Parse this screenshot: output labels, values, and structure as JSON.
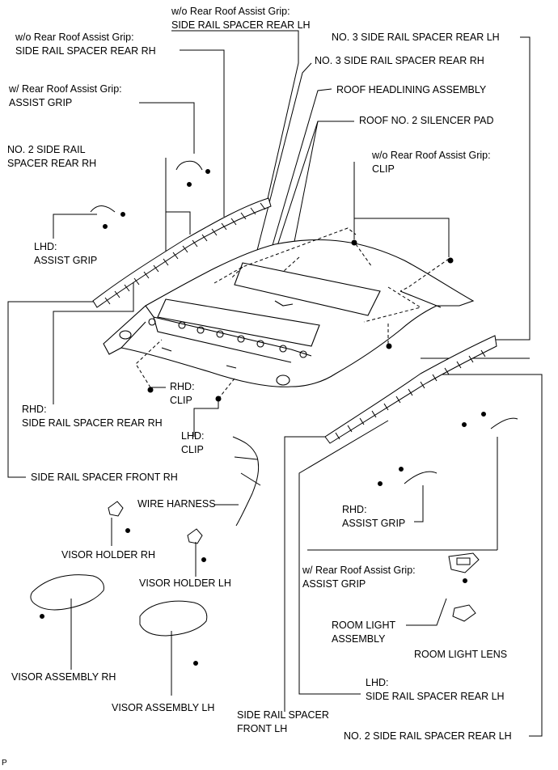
{
  "labels": {
    "wo_grip_spacer_lh": {
      "line1": "w/o Rear Roof Assist Grip:",
      "line2": "SIDE RAIL SPACER REAR LH"
    },
    "wo_grip_spacer_rh": {
      "line1": "w/o Rear Roof Assist Grip:",
      "line2": "SIDE RAIL SPACER REAR RH"
    },
    "no3_spacer_lh": "NO. 3 SIDE RAIL SPACER REAR LH",
    "no3_spacer_rh": "NO. 3 SIDE RAIL SPACER REAR RH",
    "roof_headlining": "ROOF HEADLINING ASSEMBLY",
    "roof_silencer": "ROOF NO. 2 SILENCER PAD",
    "w_grip_assist_grip_top": {
      "line1": "w/ Rear Roof Assist Grip:",
      "line2": "ASSIST GRIP"
    },
    "wo_grip_clip": {
      "line1": "w/o Rear Roof Assist Grip:",
      "line2": "CLIP"
    },
    "no2_spacer_rh": {
      "line1": "NO. 2 SIDE RAIL",
      "line2": "SPACER REAR RH"
    },
    "lhd_assist_grip": {
      "line1": "LHD:",
      "line2": "ASSIST GRIP"
    },
    "rhd_clip": {
      "line1": "RHD:",
      "line2": "CLIP"
    },
    "rhd_spacer_rear_rh": {
      "line1": "RHD:",
      "line2": "SIDE RAIL SPACER REAR RH"
    },
    "lhd_clip": {
      "line1": "LHD:",
      "line2": "CLIP"
    },
    "spacer_front_rh": "SIDE RAIL SPACER FRONT RH",
    "wire_harness": "WIRE HARNESS",
    "rhd_assist_grip": {
      "line1": "RHD:",
      "line2": "ASSIST GRIP"
    },
    "visor_holder_rh": "VISOR HOLDER RH",
    "visor_holder_lh": "VISOR HOLDER LH",
    "w_grip_assist_grip_bottom": {
      "line1": "w/ Rear Roof Assist Grip:",
      "line2": "ASSIST GRIP"
    },
    "room_light_assembly": {
      "line1": "ROOM LIGHT",
      "line2": "ASSEMBLY"
    },
    "room_light_lens": "ROOM LIGHT LENS",
    "visor_assembly_rh": "VISOR ASSEMBLY RH",
    "visor_assembly_lh": "VISOR ASSEMBLY LH",
    "lhd_spacer_rear_lh": {
      "line1": "LHD:",
      "line2": "SIDE RAIL SPACER REAR LH"
    },
    "spacer_front_lh": {
      "line1": "SIDE RAIL SPACER",
      "line2": "FRONT LH"
    },
    "no2_spacer_lh": "NO. 2 SIDE RAIL SPACER REAR LH"
  },
  "corner_mark": "P",
  "icons": [
    "roof-headlining-panel",
    "spacer-strip",
    "assist-grip",
    "clip",
    "screw",
    "visor",
    "visor-holder",
    "room-light",
    "lens",
    "wire-harness"
  ]
}
